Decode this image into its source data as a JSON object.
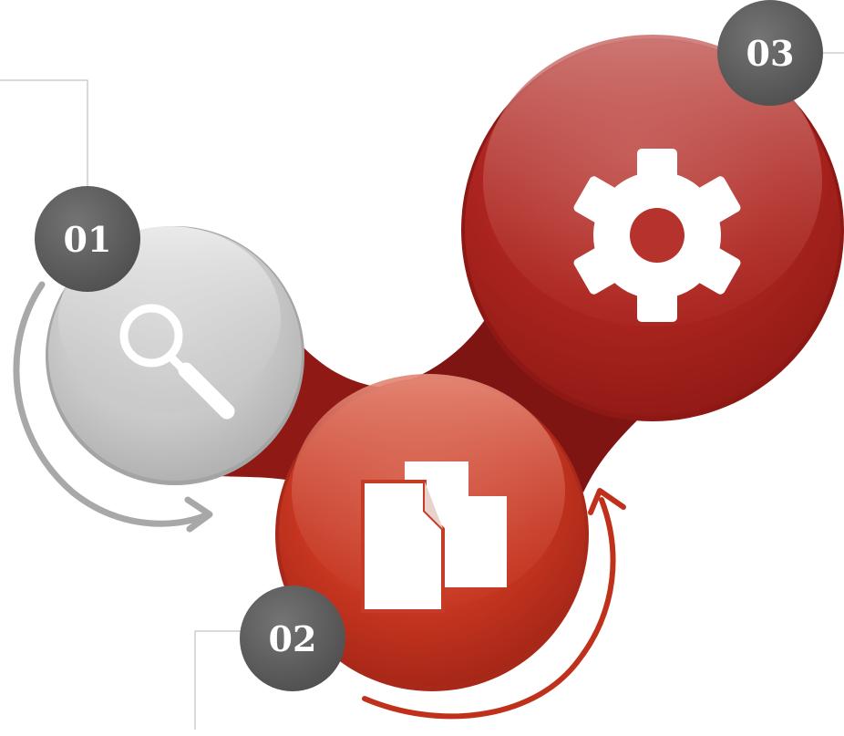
{
  "steps": [
    {
      "number": "01",
      "icon": "magnifier-icon",
      "color": "#c4c4c4"
    },
    {
      "number": "02",
      "icon": "documents-icon",
      "color": "#c5321e"
    },
    {
      "number": "03",
      "icon": "gear-icon",
      "color": "#a51e1a"
    }
  ],
  "colors": {
    "badge": "#5e5e5e",
    "connector": "#8f1a15",
    "arrow_grey": "#a8a8a8",
    "arrow_red": "#c0311c",
    "leader_line": "#b5b5b5",
    "icon_fill": "#ffffff"
  }
}
